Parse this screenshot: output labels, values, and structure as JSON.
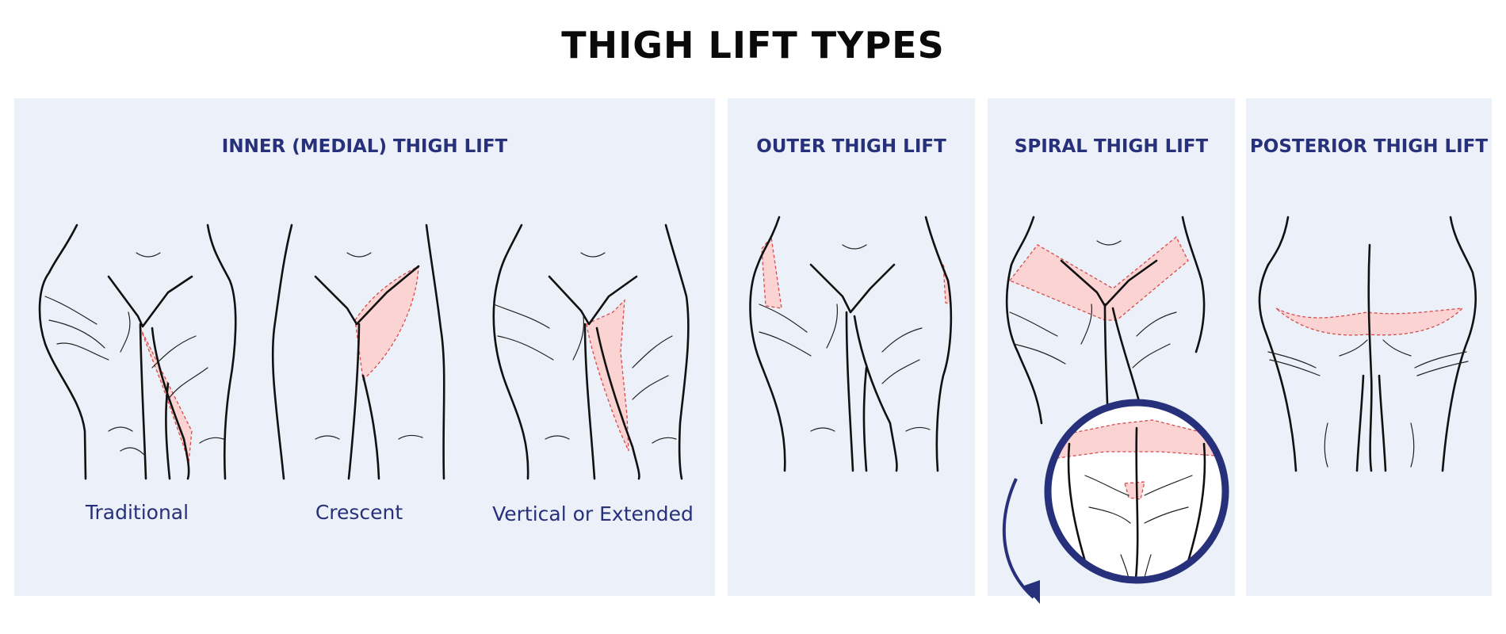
{
  "title": "THIGH LIFT TYPES",
  "colors": {
    "panel_bg": "#ecf0f8",
    "heading": "#27307a",
    "incision_fill": "#fbd3d3",
    "incision_stroke": "#d84b4b",
    "outline": "#111111"
  },
  "panels": {
    "inner": {
      "title": "INNER (MEDIAL) THIGH LIFT",
      "variants": [
        "Traditional",
        "Crescent",
        "Vertical or Extended"
      ]
    },
    "outer": {
      "title": "OUTER THIGH LIFT"
    },
    "spiral": {
      "title": "SPIRAL THIGH LIFT"
    },
    "posterior": {
      "title": "POSTERIOR THIGH LIFT"
    }
  }
}
